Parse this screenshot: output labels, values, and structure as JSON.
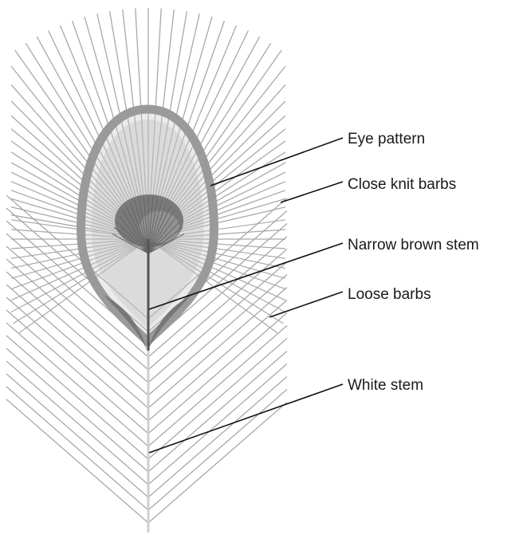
{
  "labels": {
    "eye_pattern": "Eye pattern",
    "close_knit_barbs": "Close knit barbs",
    "narrow_brown_stem": "Narrow brown stem",
    "loose_barbs": "Loose barbs",
    "white_stem": "White stem"
  },
  "colors": {
    "barb_color": "#a8a8a8",
    "eye_ring_color": "#9a9a9a",
    "eye_inner_fill": "#c6c6c6",
    "eye_pupil_color": "#7a7a7a",
    "brown_stem_color": "#555555",
    "white_stem_color": "#cfcfcf",
    "callout_line_color": "#111111",
    "text_color": "#1a1a1a"
  }
}
